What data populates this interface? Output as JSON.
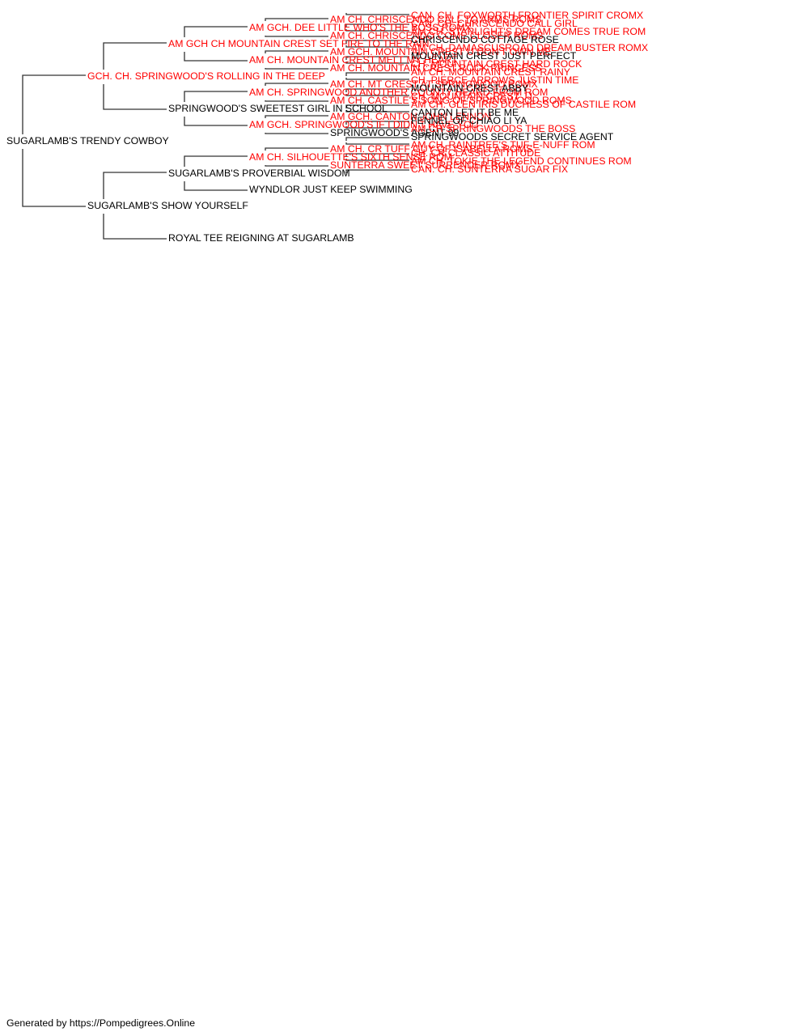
{
  "colors": {
    "titled": "#ff0000",
    "plain": "#000000",
    "connector": "#333333"
  },
  "pedigree": {
    "name": "SUGARLAMB'S TRENDY COWBOY",
    "titled": false,
    "sire": {
      "name": "GCH. CH. SPRINGWOOD'S ROLLING IN THE DEEP",
      "titled": true,
      "sire": {
        "name": "AM GCH CH MOUNTAIN CREST SET FIRE TO THE RAIN",
        "titled": true,
        "sire": {
          "name": "AM GCH. DEE LITTLE WHO'S THE BOSS ROMX",
          "titled": true,
          "sire": {
            "name": "AM CH. CHRISCENDO CALL TO ARMS ROMS",
            "titled": true,
            "sire": {
              "name": "CAN. CH. FOXWORTH FRONTIER SPIRIT CROMX",
              "titled": true
            },
            "dam": {
              "name": "CAN. CH. CHRISCENDO CALL GIRL",
              "titled": true
            }
          },
          "dam": {
            "name": "AM CH. CHRISCENDO COME CLOSER ROMS",
            "titled": true,
            "sire": {
              "name": "AM CH. STARLIGHT'S DREAM COMES TRUE ROM",
              "titled": true
            },
            "dam": {
              "name": "CHRISCENDO COTTAGE ROSE",
              "titled": false
            }
          }
        },
        "dam": {
          "name": "AM CH. MOUNTAIN CREST MELT MY HEART",
          "titled": true,
          "sire": {
            "name": "AM GCH. MOUNTAIN CREST U DON'T OWN ME",
            "titled": true,
            "sire": {
              "name": "AM CH. DAMASCUSROAD DREAM BUSTER ROMX",
              "titled": true
            },
            "dam": {
              "name": "MOUNTAIN CREST JUST PERFECT",
              "titled": false
            }
          },
          "dam": {
            "name": "AM CH. MOUNTAIN CREST ROCK PRINCESS",
            "titled": true,
            "sire": {
              "name": "CH. MOUNTAIN CREST HARD ROCK",
              "titled": true
            },
            "dam": {
              "name": "AM CH. MOUNTAIN CREST RAINY",
              "titled": true
            }
          }
        }
      },
      "dam": {
        "name": "SPRINGWOOD'S SWEETEST GIRL IN SCHOOL",
        "titled": false,
        "sire": {
          "name": "AM CH. SPRINGWOOD ANOTHER COUNTY HEARD FROM ROM",
          "titled": true,
          "sire": {
            "name": "AM CH. MT CREST AT SPRINGWOOD ROMX",
            "titled": true,
            "sire": {
              "name": "CH. PIERCE ARROWS JUSTIN TIME",
              "titled": true
            },
            "dam": {
              "name": "MOUNTAIN CREST ABBY",
              "titled": false
            }
          },
          "dam": {
            "name": "AM CH. CASTILE'S SONG OF SPRINGWOOD ROMS",
            "titled": true,
            "sire": {
              "name": "CH. MOUNTAIN CREST JJ",
              "titled": true
            },
            "dam": {
              "name": "AM CH. GLEN IRIS DUCHESS OF CASTILE ROM",
              "titled": true
            }
          }
        },
        "dam": {
          "name": "AM GCH. SPRINGWOOD'S IF I DIDN'T HAVE YOU",
          "titled": true,
          "sire": {
            "name": "AM GCH. CANTON JOHN LENNON",
            "titled": true,
            "sire": {
              "name": "CANTON LET IT BE ME",
              "titled": false
            },
            "dam": {
              "name": "FENNEL OF CHIAO LI YA",
              "titled": false
            }
          },
          "dam": {
            "name": "SPRINGWOOD'S AGENT 99",
            "titled": false,
            "sire": {
              "name": "AM CH SPRINGWOODS THE BOSS",
              "titled": true
            },
            "dam": {
              "name": "SPRINGWOODS SECRET SERVICE AGENT",
              "titled": false
            }
          }
        }
      }
    },
    "dam": {
      "name": "SUGARLAMB'S SHOW YOURSELF",
      "titled": false,
      "sire": {
        "name": "SUGARLAMB'S PROVERBIAL WISDOM",
        "titled": false,
        "sire": {
          "name": "AM CH. SILHOUETTE'S SIXTH SENSE ROM",
          "titled": true,
          "sire": {
            "name": "AM CH. CR TUFF GUY OF ISABELLA ROMS",
            "titled": true,
            "sire": {
              "name": "AM CH. RAINTREE'S TUF-E-NUFF ROM",
              "titled": true
            },
            "dam": {
              "name": "CH. CR CLASSIC ATTITUDE",
              "titled": true
            }
          },
          "dam": {
            "name": "SUNTERRA SWEET SURRENDER ROMX",
            "titled": true,
            "sire": {
              "name": "AM CH. TOKIE THE LEGEND CONTINUES ROM",
              "titled": true
            },
            "dam": {
              "name": "CAN. CH. SUNTERRA SUGAR FIX",
              "titled": true
            }
          }
        },
        "dam": {
          "name": "WYNDLOR JUST KEEP SWIMMING",
          "titled": false
        }
      },
      "dam": {
        "name": "ROYAL TEE REIGNING AT SUGARLAMB",
        "titled": false
      }
    }
  },
  "footer": "Generated by https://Pompedigrees.Online"
}
